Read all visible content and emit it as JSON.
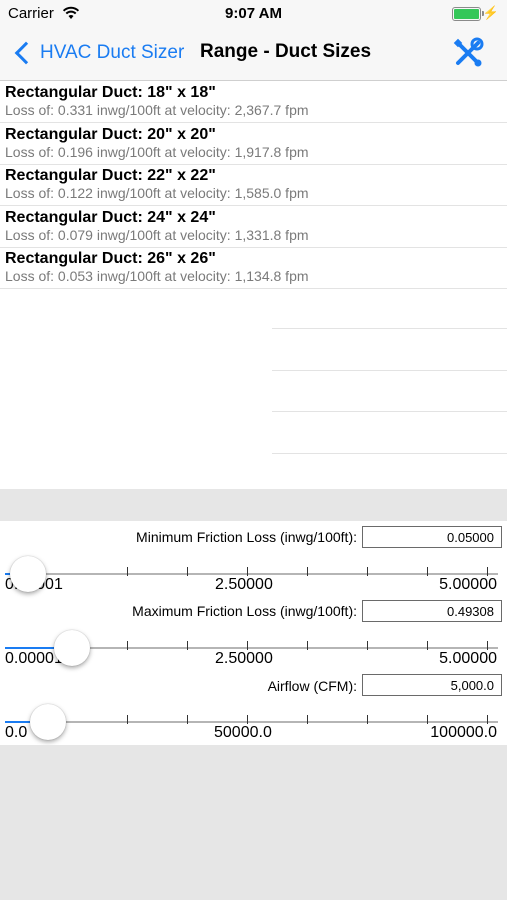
{
  "status_bar": {
    "carrier": "Carrier",
    "time": "9:07 AM"
  },
  "navbar": {
    "back_label": "HVAC Duct Sizer",
    "title": "Range - Duct Sizes",
    "tools_icon": "wrench-screwdriver-icon"
  },
  "results": [
    {
      "title": "Rectangular Duct: 18\" x 18\"",
      "detail": "Loss of: 0.331 inwg/100ft at velocity: 2,367.7 fpm"
    },
    {
      "title": "Rectangular Duct: 20\" x 20\"",
      "detail": "Loss of: 0.196 inwg/100ft at velocity: 1,917.8 fpm"
    },
    {
      "title": "Rectangular Duct: 22\" x 22\"",
      "detail": "Loss of: 0.122 inwg/100ft at velocity: 1,585.0 fpm"
    },
    {
      "title": "Rectangular Duct: 24\" x 24\"",
      "detail": "Loss of: 0.079 inwg/100ft at velocity: 1,331.8 fpm"
    },
    {
      "title": "Rectangular Duct: 26\" x 26\"",
      "detail": "Loss of: 0.053 inwg/100ft at velocity: 1,134.8 fpm"
    }
  ],
  "controls": {
    "min_friction": {
      "label": "Minimum Friction Loss (inwg/100ft):",
      "value": "0.05000",
      "slider_min": "0.00001",
      "slider_mid": "2.50000",
      "slider_max": "5.00000",
      "slider_fraction": 0.01
    },
    "max_friction": {
      "label": "Maximum Friction Loss (inwg/100ft):",
      "value": "0.49308",
      "slider_min": "0.00001",
      "slider_mid": "2.50000",
      "slider_max": "5.00000",
      "slider_fraction": 0.099
    },
    "airflow": {
      "label": "Airflow (CFM):",
      "value": "5,000.0",
      "slider_min": "0.0",
      "slider_mid": "50000.0",
      "slider_max": "100000.0",
      "slider_fraction": 0.05
    }
  },
  "colors": {
    "accent": "#1a7cf2",
    "battery": "#34c759",
    "background_gray": "#e6e6e6"
  }
}
